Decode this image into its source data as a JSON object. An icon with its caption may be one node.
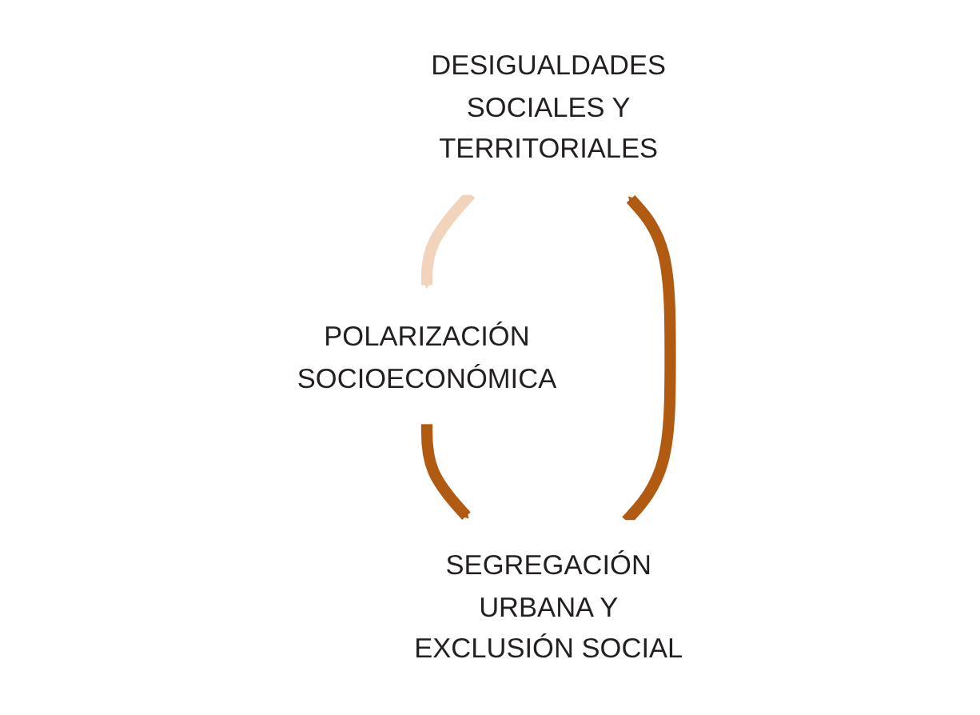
{
  "diagram": {
    "nodes": [
      {
        "text": [
          "DESIGUALDADES SOCIALES Y TERRITORIALES"
        ]
      },
      {
        "text": [
          "POLARIZACIÓN SOCIOECONÓMICA"
        ]
      },
      {
        "text": [
          "SEGREGACIÓN URBANA Y EXCLUSIÓN SOCIAL"
        ]
      }
    ],
    "edges": [
      {
        "from": 0,
        "to": 1,
        "arrow": "to",
        "color": "#f2d4bc"
      },
      {
        "from": 1,
        "to": 2,
        "arrow": "to"
      },
      {
        "from": 2,
        "to": 0,
        "arrow": "to"
      }
    ]
  }
}
